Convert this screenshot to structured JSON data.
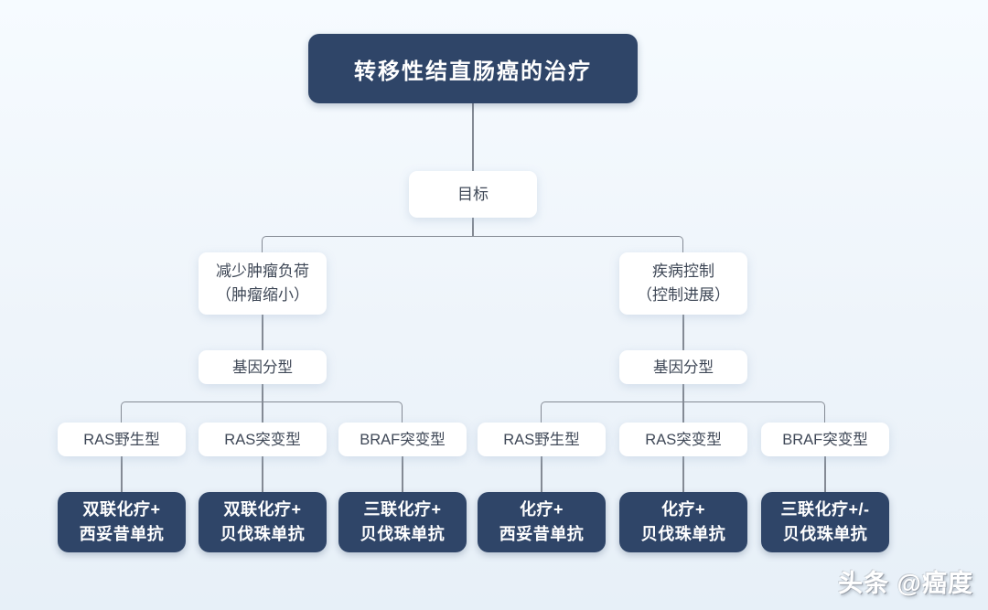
{
  "flowchart": {
    "root": "转移性结直肠癌的治疗",
    "goal": "目标",
    "branches": [
      {
        "objective_line1": "减少肿瘤负荷",
        "objective_line2": "（肿瘤缩小）",
        "genotyping": "基因分型",
        "subtypes": [
          {
            "label": "RAS野生型",
            "treatment_line1": "双联化疗+",
            "treatment_line2": "西妥昔单抗"
          },
          {
            "label": "RAS突变型",
            "treatment_line1": "双联化疗+",
            "treatment_line2": "贝伐珠单抗"
          },
          {
            "label": "BRAF突变型",
            "treatment_line1": "三联化疗+",
            "treatment_line2": "贝伐珠单抗"
          }
        ]
      },
      {
        "objective_line1": "疾病控制",
        "objective_line2": "（控制进展）",
        "genotyping": "基因分型",
        "subtypes": [
          {
            "label": "RAS野生型",
            "treatment_line1": "化疗+",
            "treatment_line2": "西妥昔单抗"
          },
          {
            "label": "RAS突变型",
            "treatment_line1": "化疗+",
            "treatment_line2": "贝伐珠单抗"
          },
          {
            "label": "BRAF突变型",
            "treatment_line1": "三联化疗+/-",
            "treatment_line2": "贝伐珠单抗"
          }
        ]
      }
    ],
    "watermark": "头条 @癌度",
    "colors": {
      "node_dark": "#2f4568",
      "node_white": "#ffffff",
      "connector_line": "#848a94",
      "text_on_white": "#3f4857",
      "background_top": "#f6fbff",
      "background_bottom": "#e7f0f8"
    }
  }
}
